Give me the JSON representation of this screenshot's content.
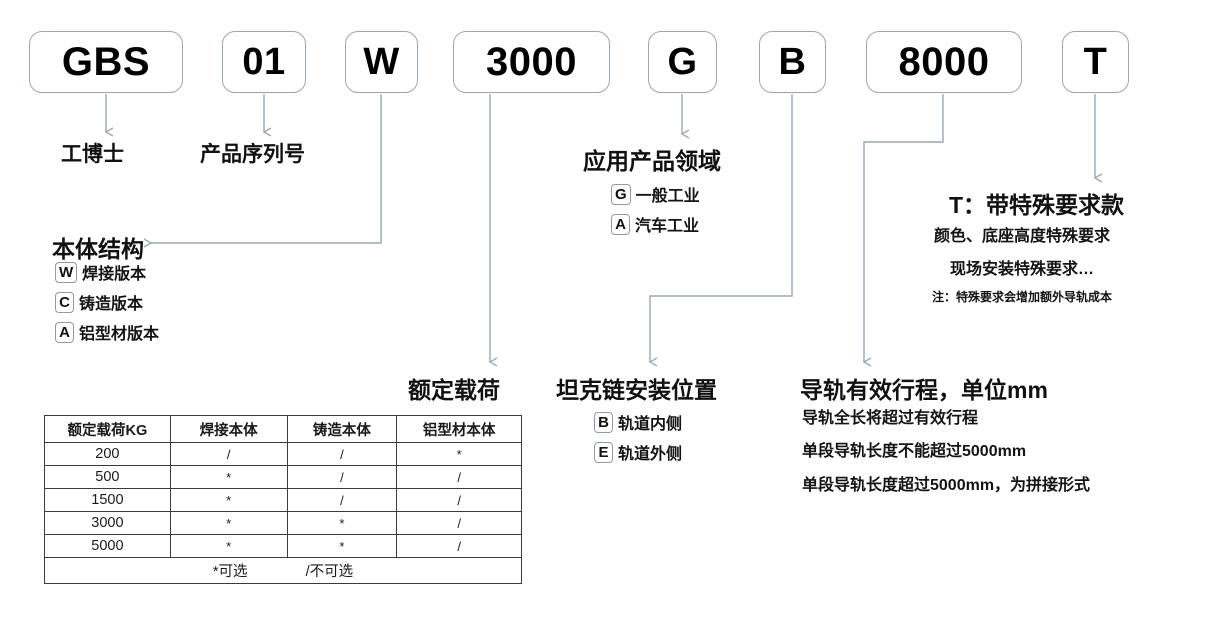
{
  "diagram": {
    "title": "GBS product model code breakdown",
    "line_color": "#9aa7b5",
    "box_border_color": "#9aa7b5",
    "text_color": "#141414",
    "code_boxes": [
      {
        "key": "brand",
        "label": "GBS"
      },
      {
        "key": "serial",
        "label": "01"
      },
      {
        "key": "structure",
        "label": "W"
      },
      {
        "key": "load",
        "label": "3000"
      },
      {
        "key": "field",
        "label": "G"
      },
      {
        "key": "chain",
        "label": "B"
      },
      {
        "key": "stroke",
        "label": "8000"
      },
      {
        "key": "special",
        "label": "T"
      }
    ],
    "labels": {
      "brand": "工博士",
      "serial": "产品序列号",
      "structure_heading": "本体结构",
      "field_heading": "应用产品领域",
      "load_heading": "额定载荷",
      "chain_heading": "坦克链安装位置",
      "stroke_heading": "导轨有效行程，单位mm",
      "special_heading": "T：带特殊要求款"
    },
    "structure_options": [
      {
        "code": "W",
        "text": "焊接版本"
      },
      {
        "code": "C",
        "text": "铸造版本"
      },
      {
        "code": "A",
        "text": "铝型材版本"
      }
    ],
    "field_options": [
      {
        "code": "G",
        "text": "一般工业"
      },
      {
        "code": "A",
        "text": "汽车工业"
      }
    ],
    "chain_options": [
      {
        "code": "B",
        "text": "轨道内侧"
      },
      {
        "code": "E",
        "text": "轨道外侧"
      }
    ],
    "stroke_notes": [
      "导轨全长将超过有效行程",
      "单段导轨长度不能超过5000mm",
      "单段导轨长度超过5000mm，为拼接形式"
    ],
    "special_notes": [
      "颜色、底座高度特殊要求",
      "现场安装特殊要求…"
    ],
    "special_footnote": "注：特殊要求会增加额外导轨成本"
  },
  "spec_table": {
    "headers": [
      "额定载荷KG",
      "焊接本体",
      "铸造本体",
      "铝型材本体"
    ],
    "rows": [
      {
        "load": "200",
        "cells": [
          "/",
          "/",
          "*"
        ]
      },
      {
        "load": "500",
        "cells": [
          "*",
          "/",
          "/"
        ]
      },
      {
        "load": "1500",
        "cells": [
          "*",
          "/",
          "/"
        ]
      },
      {
        "load": "3000",
        "cells": [
          "*",
          "*",
          "/"
        ]
      },
      {
        "load": "5000",
        "cells": [
          "*",
          "*",
          "/"
        ]
      }
    ],
    "legend": [
      "*可选",
      "/不可选"
    ]
  }
}
